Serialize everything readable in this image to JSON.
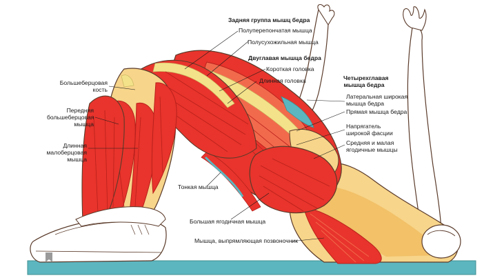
{
  "colors": {
    "muscle": "#e8342c",
    "muscle_dark": "#b8201c",
    "muscle_light": "#f26a4c",
    "tendon": "#f3e28a",
    "skin": "#f7d58a",
    "skin_shade": "#f0b85a",
    "mat": "#5cb6c0",
    "mat_dark": "#3f8f8f",
    "outline": "#5a3a2a",
    "line": "#1a1a1a"
  },
  "icons": {
    "bookmark": "bookmark-icon"
  },
  "labels": {
    "hamstrings_title": "Задняя группа мышц бедра",
    "semimembranosus": "Полуперепончатая мышца",
    "semitendinosus": "Полусухожильная мышца",
    "biceps_title": "Двуглавая мышца бедра",
    "short_head": "Короткая головка",
    "long_head": "Длинная головка",
    "tibia": "Большеберцовая\nкость",
    "tibialis_anterior": "Передняя\nбольшеберцовая\nмышца",
    "peroneus_longus": "Длинная\nмалоберцовая\nмышца",
    "quadriceps_title": "Четырехглавая\nмышца бедра",
    "vastus_lateralis": "Латеральная широкая\nмышца бедра",
    "rectus_femoris": "Прямая мышца бедра",
    "tfl": "Напрягатель\nширокой фасции",
    "gluteus_med_min": "Средняя и малая\nягодичные мышцы",
    "gracilis": "Тонкая мышца",
    "gluteus_maximus": "Большая ягодичная мышца",
    "erector_spinae": "Мышца, выпрямляющая позвоночник"
  }
}
